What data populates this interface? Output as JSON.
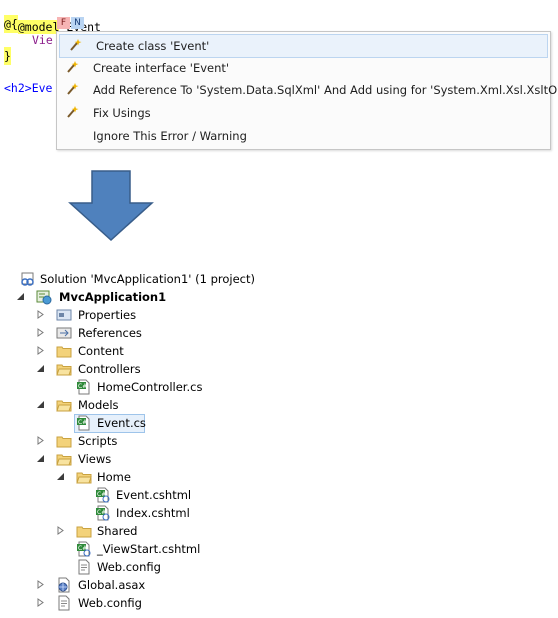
{
  "code": {
    "line1_directive": "@model",
    "line1_type": "Event",
    "line2": "@{",
    "line3": "Vie",
    "line4": "}",
    "line5": "<h2>Eve",
    "badge_f": "F",
    "badge_n": "N"
  },
  "popup": {
    "items": [
      {
        "label": "Create class 'Event'",
        "icon": "magic-wand-icon"
      },
      {
        "label": "Create interface 'Event'",
        "icon": "magic-wand-icon"
      },
      {
        "label": "Add Reference To 'System.Data.SqlXml' And Add using for 'System.Xml.Xsl.XsltOld'",
        "icon": "magic-wand-icon"
      },
      {
        "label": "Fix Usings",
        "icon": "magic-wand-icon"
      },
      {
        "label": "Ignore This Error / Warning",
        "icon": ""
      }
    ]
  },
  "tree": {
    "solution": "Solution 'MvcApplication1' (1 project)",
    "project": "MvcApplication1",
    "items": [
      "Properties",
      "References",
      "Content",
      "Controllers",
      "HomeController.cs",
      "Models",
      "Event.cs",
      "Scripts",
      "Views",
      "Home",
      "Event.cshtml",
      "Index.cshtml",
      "Shared",
      "_ViewStart.cshtml",
      "Web.config",
      "Global.asax",
      "Web.config"
    ]
  },
  "colors": {
    "arrow": "#4f81bd",
    "arrow_border": "#385d8a",
    "folder": "#f3d27a",
    "selection": "#e6f0fb"
  }
}
